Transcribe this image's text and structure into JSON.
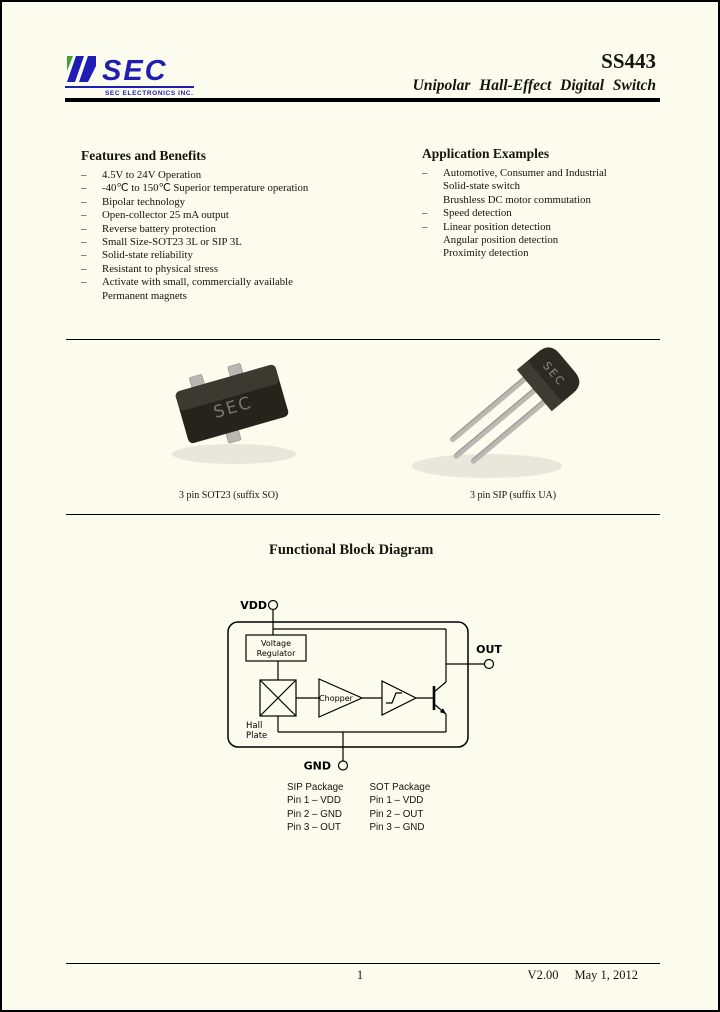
{
  "theme": {
    "page_bg": "#fbfbee",
    "logo_blue": "#1e1eb4",
    "logo_green": "#3fa13b",
    "rule_color": "#000000"
  },
  "header": {
    "logo_text": "SEC",
    "logo_sub": "SEC ELECTRONICS INC.",
    "part_number": "SS443",
    "subtitle": "Unipolar Hall-Effect Digital Switch"
  },
  "features": {
    "heading": "Features and Benefits",
    "items": [
      {
        "dash": "–",
        "text": "4.5V to 24V Operation"
      },
      {
        "dash": "–",
        "text": "-40℃ to 150℃  Superior temperature operation"
      },
      {
        "dash": "–",
        "text": "Bipolar technology"
      },
      {
        "dash": "–",
        "text": "Open-collector 25 mA output"
      },
      {
        "dash": "–",
        "text": "Reverse battery protection"
      },
      {
        "dash": "–",
        "text": "Small Size-SOT23 3L or SIP 3L"
      },
      {
        "dash": "–",
        "text": "Solid-state reliability"
      },
      {
        "dash": "–",
        "text": "Resistant to physical stress"
      },
      {
        "dash": "–",
        "text": "Activate with small, commercially available"
      },
      {
        "dash": "",
        "text": "Permanent magnets"
      }
    ]
  },
  "applications": {
    "heading": "Application Examples",
    "items": [
      {
        "dash": "–",
        "text": "Automotive, Consumer and Industrial"
      },
      {
        "dash": "",
        "text": "Solid-state switch"
      },
      {
        "dash": "",
        "text": "Brushless DC motor commutation"
      },
      {
        "dash": "–",
        "text": "Speed detection"
      },
      {
        "dash": "–",
        "text": "Linear position detection"
      },
      {
        "dash": "",
        "text": "Angular position detection"
      },
      {
        "dash": "",
        "text": "Proximity detection"
      }
    ]
  },
  "packages": {
    "chip_label": "SEC",
    "sot_caption": "3 pin SOT23 (suffix SO)",
    "sip_caption": "3 pin SIP (suffix UA)"
  },
  "diagram": {
    "heading": "Functional Block Diagram",
    "vdd_label": "VDD",
    "out_label": "OUT",
    "gnd_label": "GND",
    "vreg_line1": "Voltage",
    "vreg_line2": "Regulator",
    "chopper_label": "Chopper",
    "hall_line1": "Hall",
    "hall_line2": "Plate"
  },
  "pins": {
    "sip_heading": "SIP Package",
    "sot_heading": "SOT Package",
    "sip": [
      "Pin 1 – VDD",
      "Pin 2 – GND",
      "Pin 3 – OUT"
    ],
    "sot": [
      "Pin 1 – VDD",
      "Pin 2 – OUT",
      "Pin 3 – GND"
    ]
  },
  "footer": {
    "page_number": "1",
    "version": "V2.00",
    "date": "May 1, 2012"
  }
}
